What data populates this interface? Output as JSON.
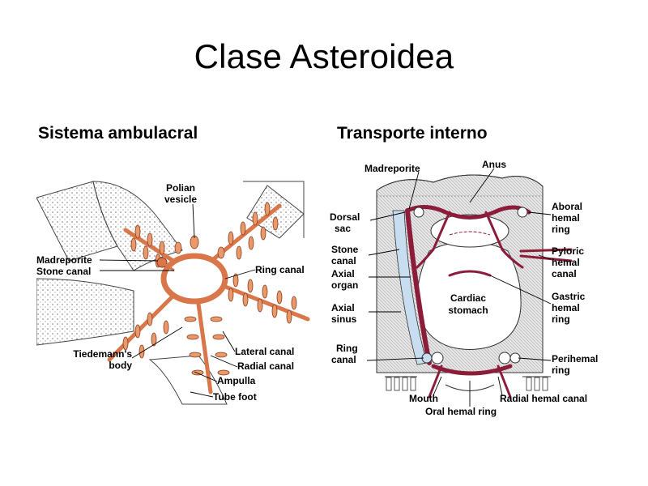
{
  "slide": {
    "title": "Clase Asteroidea"
  },
  "left_panel": {
    "heading": "Sistema ambulacral",
    "labels": {
      "polian": "Polian",
      "vesicle": "vesicle",
      "madreporite": "Madreporite",
      "stone_canal": "Stone canal",
      "ring_canal": "Ring canal",
      "tiedemann1": "Tiedemann's",
      "tiedemann2": "body",
      "lateral_canal": "Lateral canal",
      "radial_canal": "Radial canal",
      "ampulla": "Ampulla",
      "tube_foot": "Tube foot"
    }
  },
  "right_panel": {
    "heading": "Transporte interno",
    "labels": {
      "madreporite": "Madreporite",
      "anus": "Anus",
      "dorsal1": "Dorsal",
      "dorsal2": "sac",
      "stone1": "Stone",
      "stone2": "canal",
      "axial_organ1": "Axial",
      "axial_organ2": "organ",
      "axial_sinus1": "Axial",
      "axial_sinus2": "sinus",
      "ring1": "Ring",
      "ring2": "canal",
      "cardiac1": "Cardiac",
      "cardiac2": "stomach",
      "aboral1": "Aboral",
      "aboral2": "hemal",
      "aboral3": "ring",
      "pyloric1": "Pyloric",
      "pyloric2": "hemal",
      "pyloric3": "canal",
      "gastric1": "Gastric",
      "gastric2": "hemal",
      "gastric3": "ring",
      "perihemal1": "Perihemal",
      "perihemal2": "ring",
      "mouth": "Mouth",
      "radial_hemal": "Radial hemal canal",
      "oral_hemal": "Oral hemal ring"
    }
  },
  "colors": {
    "canal_orange": "#d9764a",
    "canal_dark": "#8a3a1c",
    "hemal_maroon": "#8c1d3a",
    "sinus_blue": "#c9ddf0",
    "tissue_grey": "#d9d9d9"
  }
}
